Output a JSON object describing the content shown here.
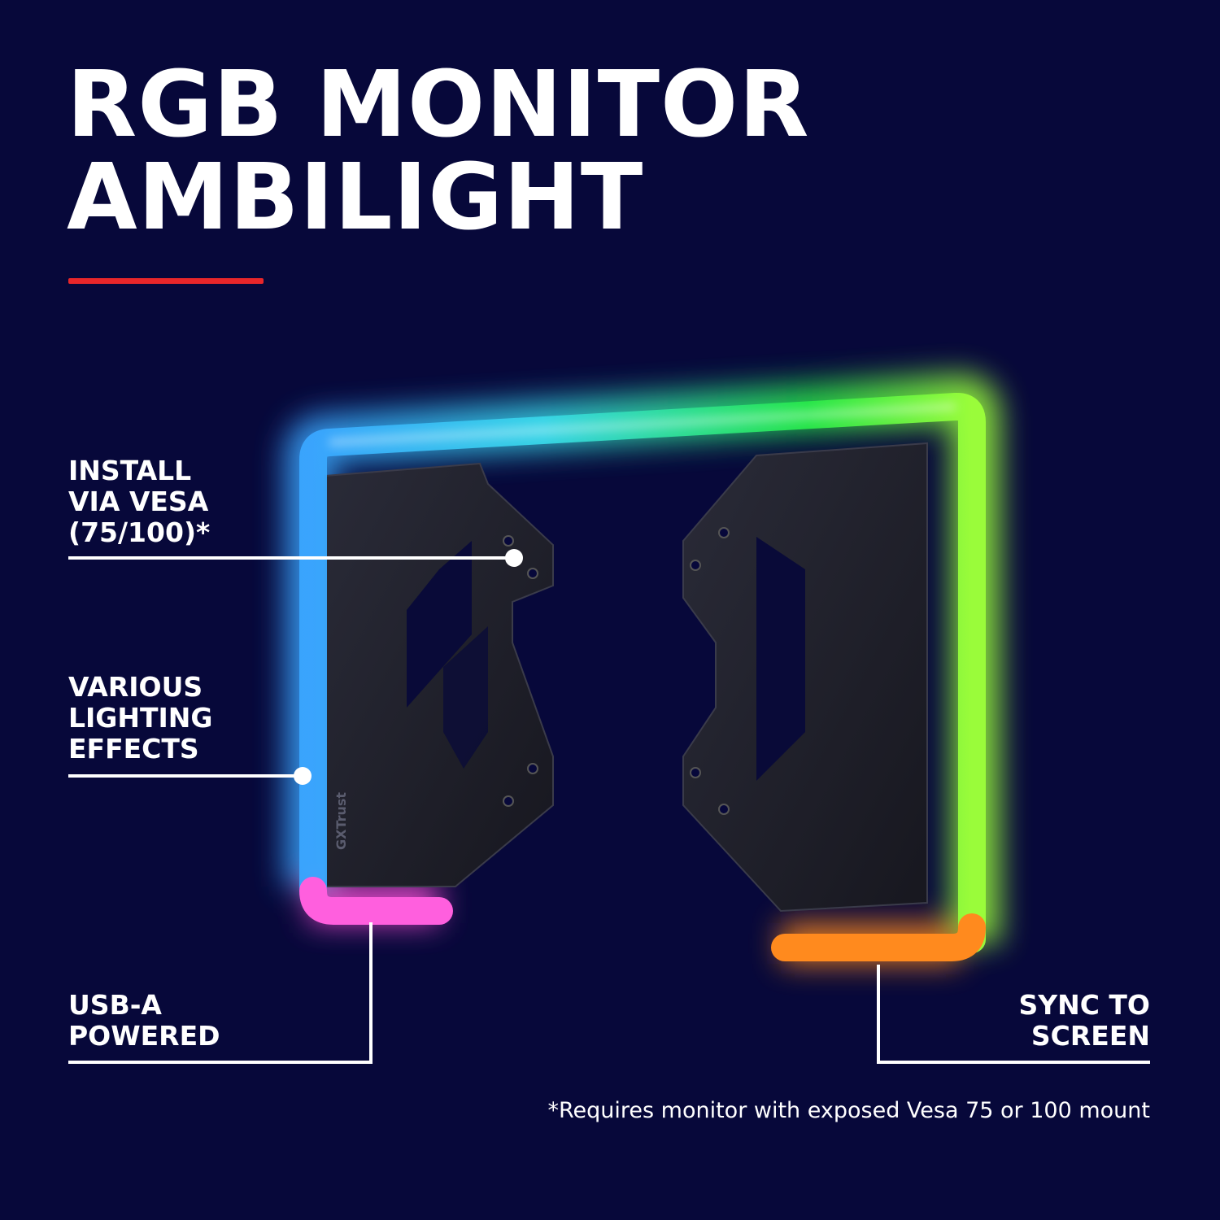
{
  "header": {
    "title_line1": "RGB MONITOR",
    "title_line2": "AMBILIGHT"
  },
  "colors": {
    "background": "#07083a",
    "accent": "#e8262a",
    "text": "#ffffff",
    "glow_blue": "#3aa6ff",
    "glow_purple": "#8a4dff",
    "glow_pink": "#ff4fd8",
    "glow_green": "#27e84a",
    "glow_yellow": "#e5ff3a",
    "glow_orange": "#ff8a1e"
  },
  "product": {
    "brand_mark": "GXTrust"
  },
  "callouts": {
    "vesa": [
      "INSTALL",
      "VIA VESA",
      "(75/100)*"
    ],
    "effects": [
      "VARIOUS",
      "LIGHTING",
      "EFFECTS"
    ],
    "usb": [
      "USB-A",
      "POWERED"
    ],
    "sync": [
      "SYNC TO",
      "SCREEN"
    ]
  },
  "footnote": "*Requires monitor with exposed Vesa 75 or 100 mount"
}
